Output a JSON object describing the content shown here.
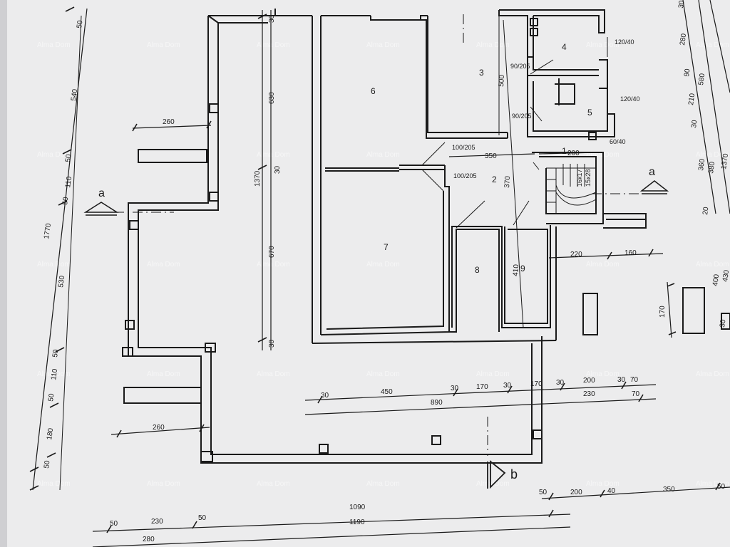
{
  "plan": {
    "rooms": [
      "1",
      "2",
      "3",
      "4",
      "5",
      "6",
      "7",
      "8",
      "9"
    ],
    "section_markers": [
      "a",
      "a",
      "b"
    ],
    "stair": [
      "16x17",
      "15x28"
    ],
    "windows": [
      "120/40",
      "120/40",
      "60/40"
    ],
    "doors": [
      "90/205",
      "90/205",
      "100/205",
      "100/205"
    ],
    "dims_left": [
      "50",
      "540",
      "50",
      "110",
      "50",
      "530",
      "50",
      "110",
      "50",
      "180",
      "50",
      "1770"
    ],
    "dims_mid": [
      "30",
      "630",
      "30",
      "1370",
      "670",
      "30"
    ],
    "dims_right_inner": [
      "280",
      "90",
      "210",
      "30",
      "360",
      "20",
      "400",
      "30"
    ],
    "dims_right_outer": [
      "30",
      "580",
      "380",
      "1370",
      "430"
    ],
    "dims_interior": [
      "260",
      "350",
      "200",
      "500",
      "370",
      "410",
      "220",
      "160",
      "170"
    ],
    "dims_lower": [
      "30",
      "450",
      "30",
      "170",
      "30",
      "170",
      "30",
      "200",
      "30",
      "70",
      "890",
      "230",
      "70"
    ],
    "dims_lower_left": [
      "260"
    ],
    "dims_bottom": [
      "50",
      "230",
      "50",
      "1090",
      "1190",
      "280",
      "50",
      "200",
      "40",
      "350",
      "50"
    ],
    "watermark": "Alma Dom"
  }
}
